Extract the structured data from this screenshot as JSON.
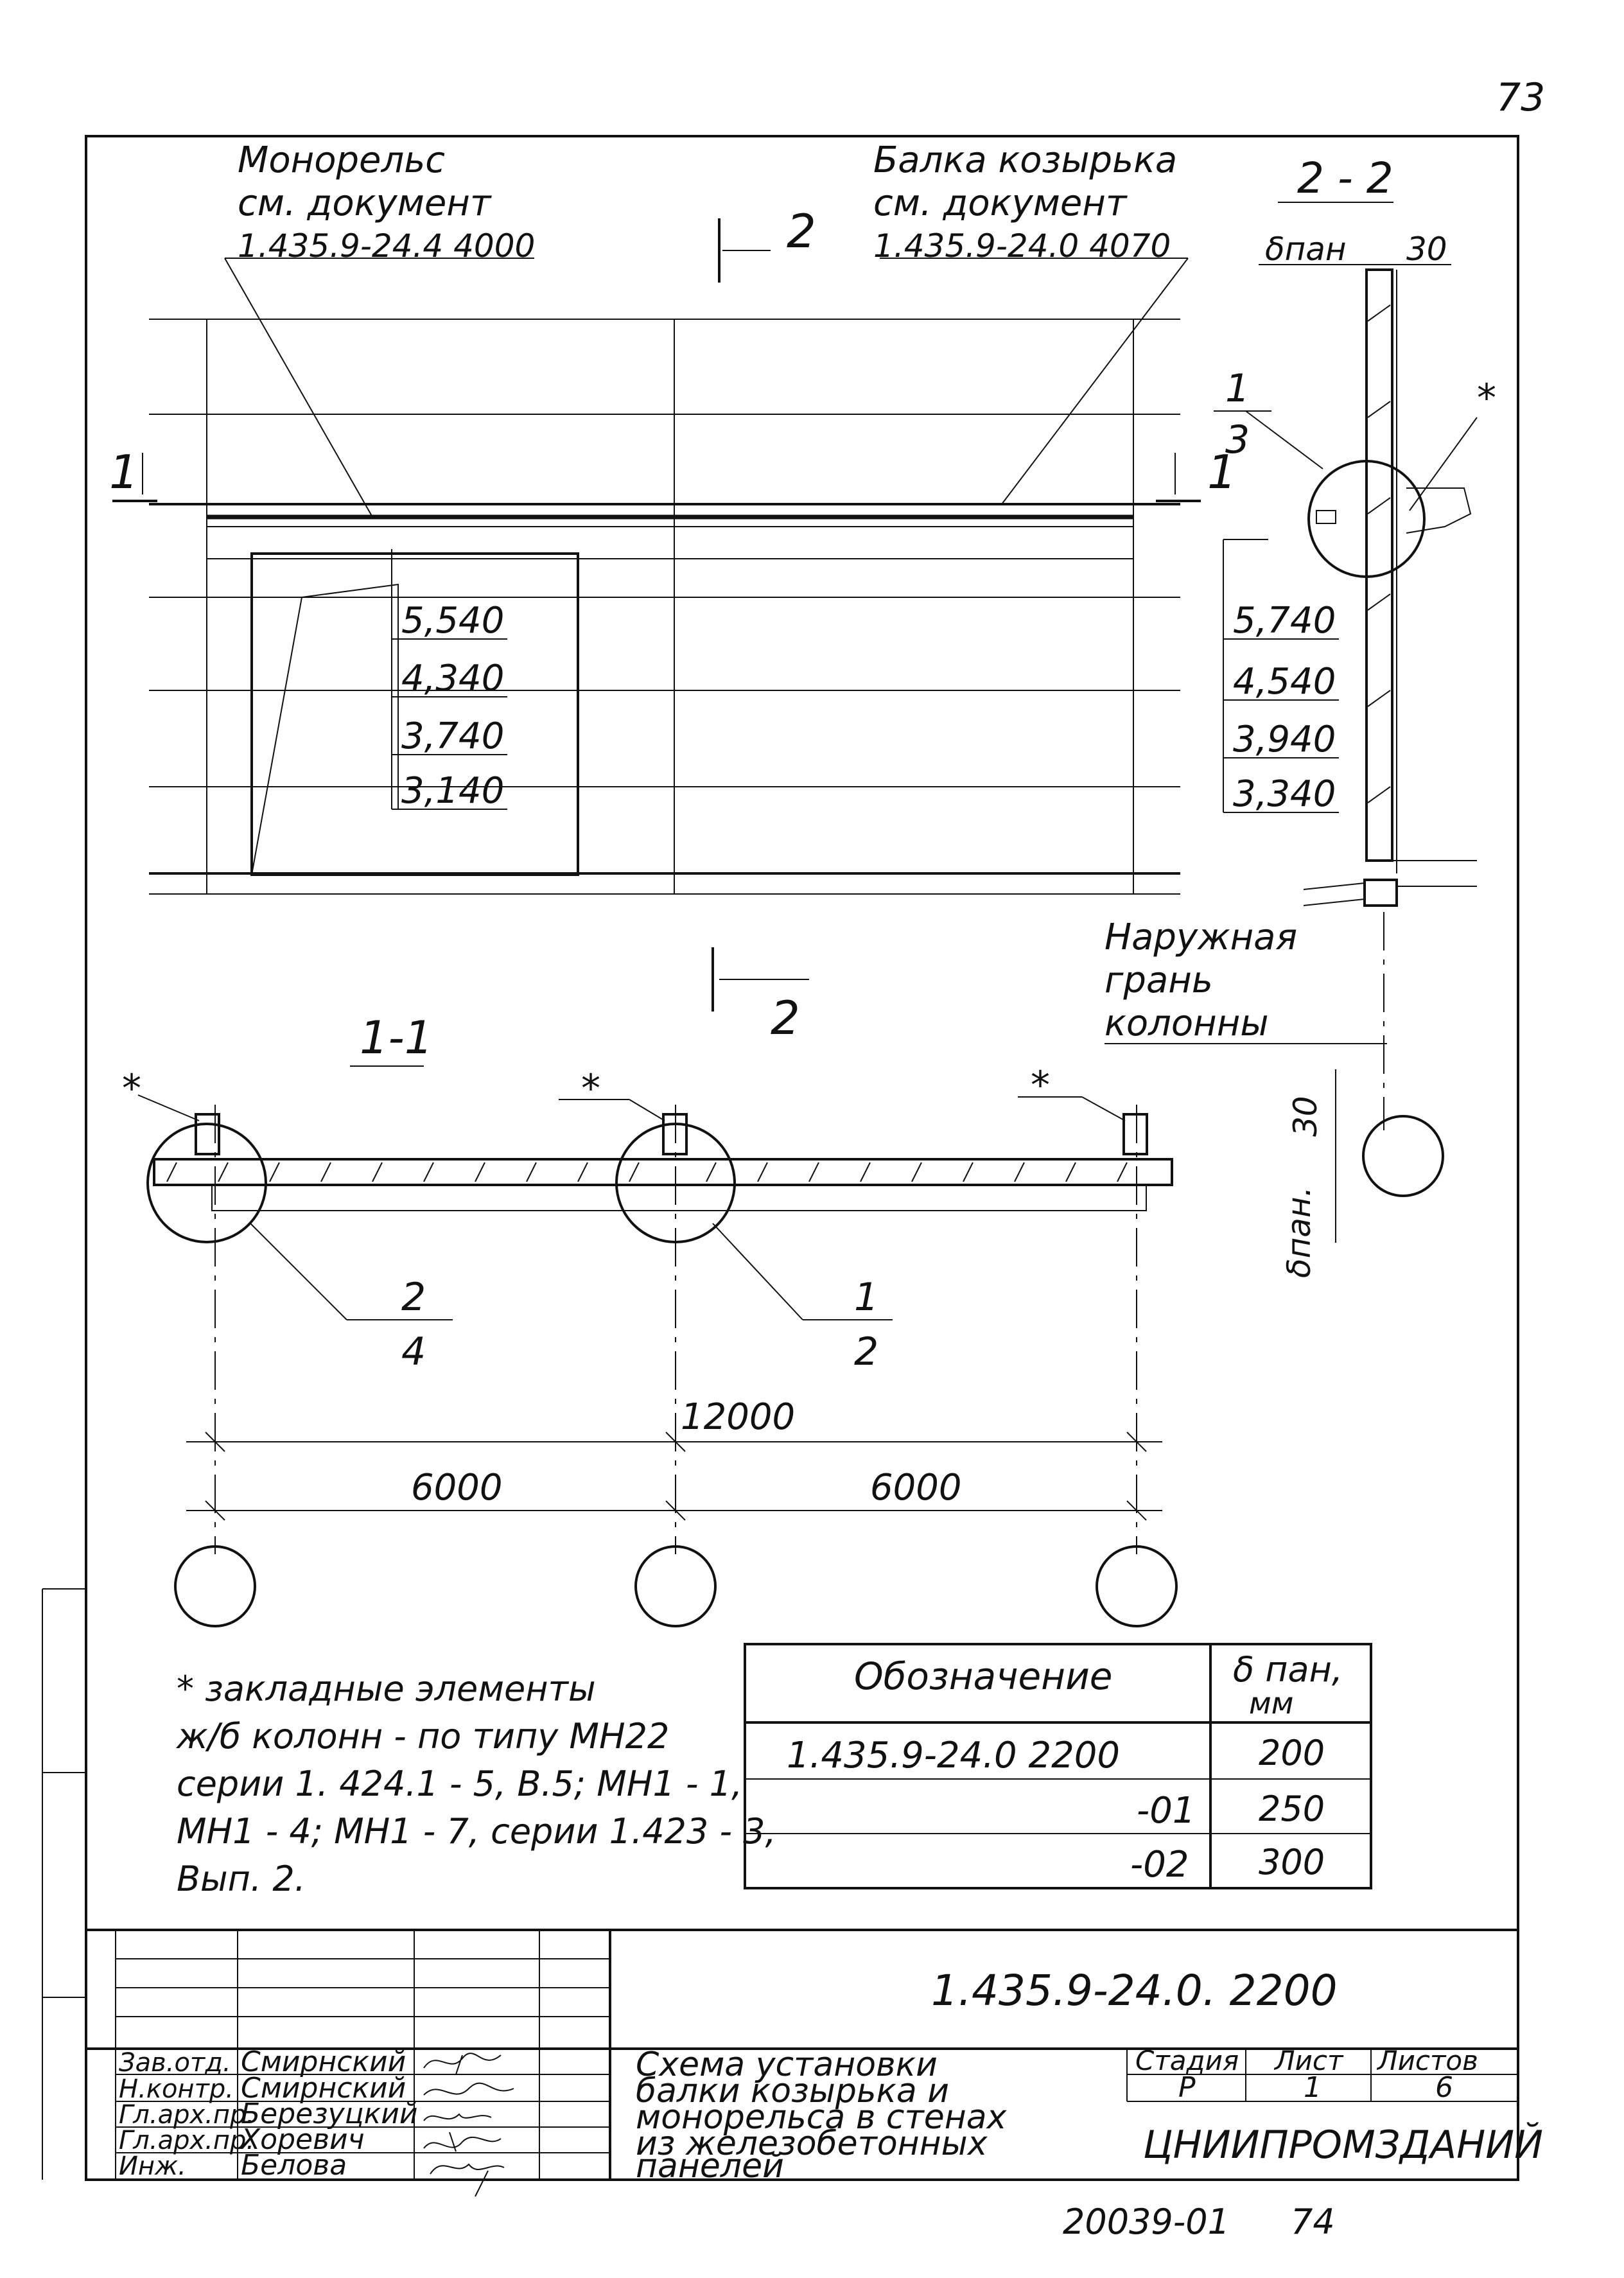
{
  "page_number_top": "73",
  "page_number_bottom": "74",
  "archive_number": "20039-01",
  "elevation": {
    "monorail_note": [
      "Монорельс",
      "см. документ",
      "1.435.9-24.4 4000"
    ],
    "beam_note": [
      "Балка козырька",
      "см. документ",
      "1.435.9-24.0 4070"
    ],
    "cut_1_1_mark": "1",
    "cut_2_2_mark": "2",
    "levels": [
      "5,540",
      "4,340",
      "3,740",
      "3,140"
    ]
  },
  "section_2_2": {
    "title": "2 - 2",
    "dim_label": "δпан",
    "dim_value": "30",
    "callout_num": "1",
    "callout_den": "3",
    "star": "*",
    "levels": [
      "5,740",
      "4,540",
      "3,940",
      "3,340"
    ],
    "facade_note": [
      "Наружная",
      "грань",
      "колонны"
    ]
  },
  "section_1_1": {
    "title": "1-1",
    "star": "*",
    "callout_left_num": "2",
    "callout_left_den": "4",
    "callout_mid_num": "1",
    "callout_mid_den": "2",
    "dim_30": "30",
    "dim_vert_label": "δпан.",
    "dim_total": "12000",
    "dim_left": "6000",
    "dim_right": "6000"
  },
  "footnote": [
    "* закладные элементы",
    "ж/б колонн - по типу МН22",
    "серии 1. 424.1 - 5, В.5; МН1 - 1,",
    "МН1 - 4; МН1 - 7, серии 1.423 - 3,",
    "Вып. 2."
  ],
  "spec_table": {
    "headers": [
      "Обозначение",
      "δ пан,",
      "мм"
    ],
    "rows": [
      {
        "designation": "1.435.9-24.0 2200",
        "value": "200"
      },
      {
        "designation": "-01",
        "value": "250"
      },
      {
        "designation": "-02",
        "value": "300"
      }
    ]
  },
  "title_block": {
    "document_code": "1.435.9-24.0. 2200",
    "roles": [
      "Зав.отд.",
      "Н.контр.",
      "Гл.арх.пр.",
      "Гл.арх.пр.",
      "Инж."
    ],
    "names": [
      "Смирнский",
      "Смирнский",
      "Березуцкий",
      "Хоревич",
      "Белова"
    ],
    "title_lines": [
      "Схема установки",
      "балки козырька и",
      "монорельса в стенах",
      "из железобетонных",
      "панелей"
    ],
    "stage_header": "Стадия",
    "sheet_header": "Лист",
    "sheets_header": "Листов",
    "stage": "Р",
    "sheet": "1",
    "sheets": "6",
    "organization": "ЦНИИПРОМЗДАНИЙ"
  }
}
